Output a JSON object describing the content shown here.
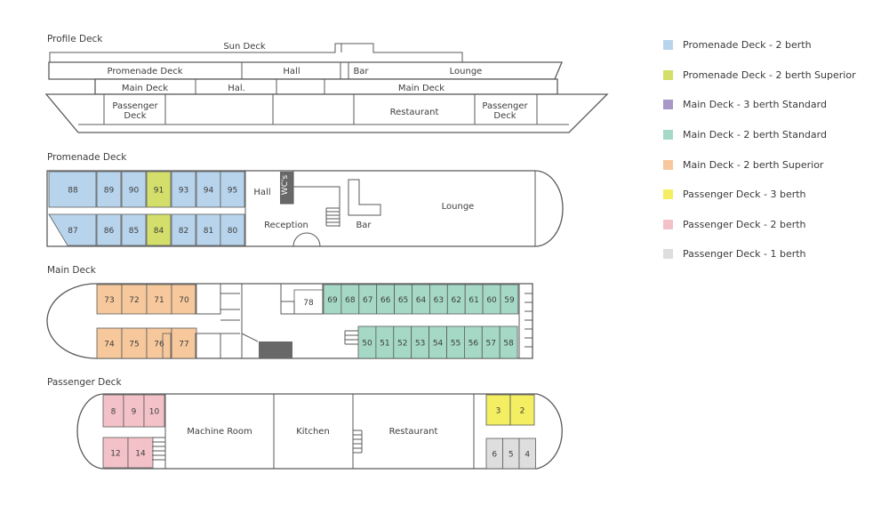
{
  "sections": {
    "profile": "Profile Deck",
    "promenade": "Promenade Deck",
    "main": "Main Deck",
    "passenger": "Passenger Deck"
  },
  "profile_labels": {
    "sun_deck": "Sun Deck",
    "promenade_deck": "Promenade Deck",
    "hall_top": "Hall",
    "bar": "Bar",
    "lounge": "Lounge",
    "main_deck_left": "Main Deck",
    "hall_mid": "Hal.",
    "main_deck_right": "Main Deck",
    "passenger_deck_left": [
      "Passenger",
      "Deck"
    ],
    "restaurant": "Restaurant",
    "passenger_deck_right": [
      "Passenger",
      "Deck"
    ]
  },
  "rooms": {
    "hall": "Hall",
    "wcs": "WC's",
    "reception": "Reception",
    "bar": "Bar",
    "lounge": "Lounge",
    "machine_room": "Machine Room",
    "kitchen": "Kitchen",
    "restaurant": "Restaurant"
  },
  "colors": {
    "promenade_2": "#b8d4ec",
    "promenade_2_superior": "#d3df6a",
    "main_3_standard": "#a798c8",
    "main_2_standard": "#a5d9c5",
    "main_2_superior": "#f6c89c",
    "passenger_3": "#f4ee62",
    "passenger_2": "#f3c2c8",
    "passenger_1": "#dededf",
    "wc": "#686868"
  },
  "legend": [
    {
      "label": "Promenade Deck - 2 berth",
      "color": "#b8d4ec"
    },
    {
      "label": "Promenade Deck - 2 berth Superior",
      "color": "#d3df6a"
    },
    {
      "label": "Main Deck - 3 berth Standard",
      "color": "#a798c8"
    },
    {
      "label": "Main Deck - 2 berth Standard",
      "color": "#a5d9c5"
    },
    {
      "label": "Main Deck - 2 berth Superior",
      "color": "#f6c89c"
    },
    {
      "label": "Passenger Deck - 3 berth",
      "color": "#f4ee62"
    },
    {
      "label": "Passenger Deck - 2 berth",
      "color": "#f3c2c8"
    },
    {
      "label": "Passenger Deck - 1 berth",
      "color": "#dededf"
    }
  ],
  "cabins": {
    "promenade_top": [
      "88",
      "89",
      "90",
      "91",
      "93",
      "94",
      "95"
    ],
    "promenade_bottom": [
      "87",
      "86",
      "85",
      "84",
      "82",
      "81",
      "80"
    ],
    "main_top_left": [
      "73",
      "72",
      "71",
      "70"
    ],
    "main_bottom_left": [
      "74",
      "75",
      "76",
      "77"
    ],
    "main_small": "78",
    "main_top_right": [
      "69",
      "68",
      "67",
      "66",
      "65",
      "64",
      "63",
      "62",
      "61",
      "60",
      "59"
    ],
    "main_bottom_right": [
      "50",
      "51",
      "52",
      "53",
      "54",
      "55",
      "56",
      "57",
      "58"
    ],
    "passenger_top_left": [
      "8",
      "9",
      "10"
    ],
    "passenger_bottom_left": [
      "12",
      "14"
    ],
    "passenger_top_right": [
      "3",
      "2"
    ],
    "passenger_bottom_right": [
      "6",
      "5",
      "4"
    ]
  }
}
